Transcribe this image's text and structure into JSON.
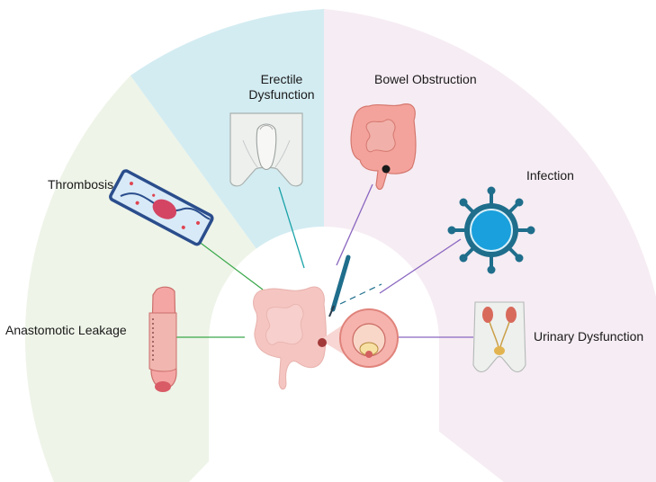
{
  "labels": {
    "erectile_line1": "Erectile",
    "erectile_line2": "Dysfunction",
    "bowel_obstruction": "Bowel Obstruction",
    "thrombosis": "Thrombosis",
    "infection": "Infection",
    "anastomotic_leakage": "Anastomotic Leakage",
    "urinary_dysfunction": "Urinary Dysfunction"
  },
  "colors": {
    "sector_green": "#eef4e8",
    "sector_blue": "#d3ecf2",
    "sector_pink": "#f6ecf3",
    "line_green": "#3aa84a",
    "line_teal": "#1aa3a8",
    "line_purple": "#8a66c0",
    "colon": "#f2a8a3",
    "virus": "#1f6e8c"
  },
  "icons": [
    "pelvis-icon",
    "colon-icon",
    "vein-icon",
    "virus-icon",
    "stoma-icon",
    "urinary-system-icon",
    "scalpel-icon",
    "tumor-icon"
  ]
}
